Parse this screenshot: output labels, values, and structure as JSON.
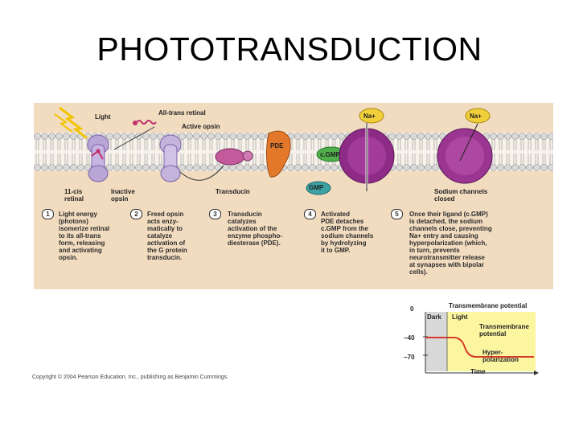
{
  "title": "PHOTOTRANSDUCTION",
  "diagram": {
    "labels": {
      "light": "Light",
      "all_trans_retinal": "All-trans retinal",
      "active_opsin": "Active opsin",
      "pde": "PDE",
      "cgmp": "c.GMP",
      "gmp": "GMP",
      "na_left": "Na+",
      "na_right": "Na+",
      "eleven_cis_retinal": "11-cis\nretinal",
      "inactive_opsin": "Inactive\nopsin",
      "transducin": "Transducin",
      "sodium_channels_closed": "Sodium channels\nclosed"
    },
    "steps": [
      {
        "num": "1",
        "text": "Light energy\n(photons)\nisomerize retinal\nto its all-trans\nform, releasing\nand activating\nopsin."
      },
      {
        "num": "2",
        "text": "Freed opsin\nacts enzy-\nmatically to\ncatalyze\nactivation of\nthe G protein\ntransducin."
      },
      {
        "num": "3",
        "text": "Transducin\ncatalyzes\nactivation of the\nenzyme phospho-\ndiesterase (PDE)."
      },
      {
        "num": "4",
        "text": "Activated\nPDE detaches\nc.GMP from the\nsodium channels\nby hydrolyzing\nit to GMP."
      },
      {
        "num": "5",
        "text": "Once their ligand (c.GMP)\nis detached, the sodium\nchannels close, preventing\nNa+ entry and causing\nhyperpolarization (which,\nin turn, prevents\nneurotransmitter release\nat synapses with bipolar\ncells)."
      }
    ]
  },
  "graph": {
    "title": "Transmembrane potential",
    "dark": "Dark",
    "light": "Light",
    "curve_label": "Transmembrane\npotential",
    "hyper_label": "Hyper-\npolarization",
    "x_label": "Time",
    "y_ticks": [
      "0",
      "−40",
      "−70"
    ]
  },
  "copyright": "Copyright © 2004 Pearson Education, Inc., publishing as Benjamin Cummings."
}
